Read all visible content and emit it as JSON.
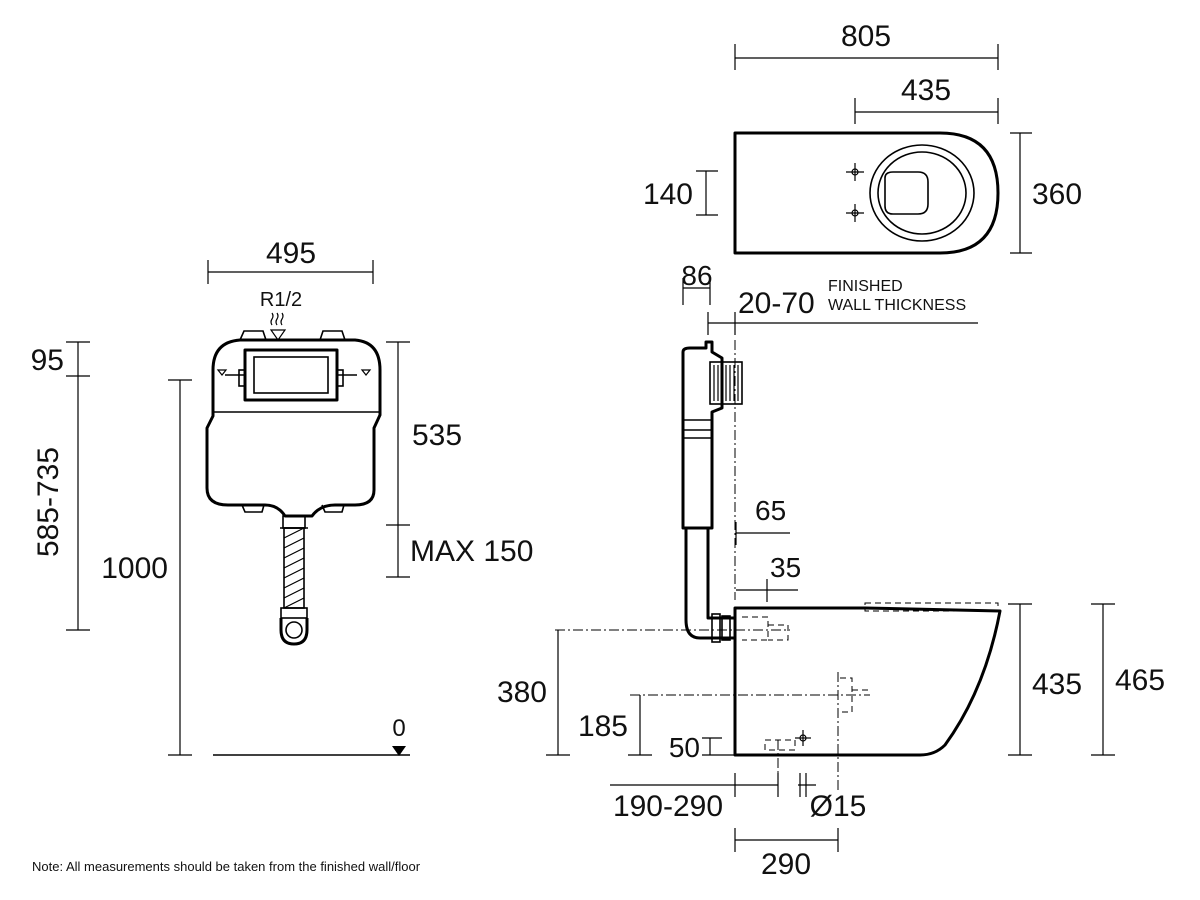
{
  "dimensions": {
    "total_length": "805",
    "seat_length": "435",
    "fixing_spacing": "140",
    "pan_width": "360",
    "frame_width": "495",
    "connection": "R1/2",
    "cistern_offset": "95",
    "adjust_range": "585-735",
    "cistern_height": "535",
    "max_depth": "MAX 150",
    "overall_height": "1000",
    "floor_zero": "0",
    "inlet_depth": "86",
    "wall_range": "20-70",
    "wall_note_1": "FINISHED",
    "wall_note_2": "WALL THICKNESS",
    "offset_65": "65",
    "offset_35": "35",
    "outlet_height": "380",
    "waste_height": "185",
    "bottom_clearance": "50",
    "pan_height": "435",
    "seat_height": "465",
    "outlet_range": "190-290",
    "pipe_dia": "Ø15",
    "pan_projection": "290"
  },
  "note": "Note: All measurements should be taken from the finished wall/floor"
}
